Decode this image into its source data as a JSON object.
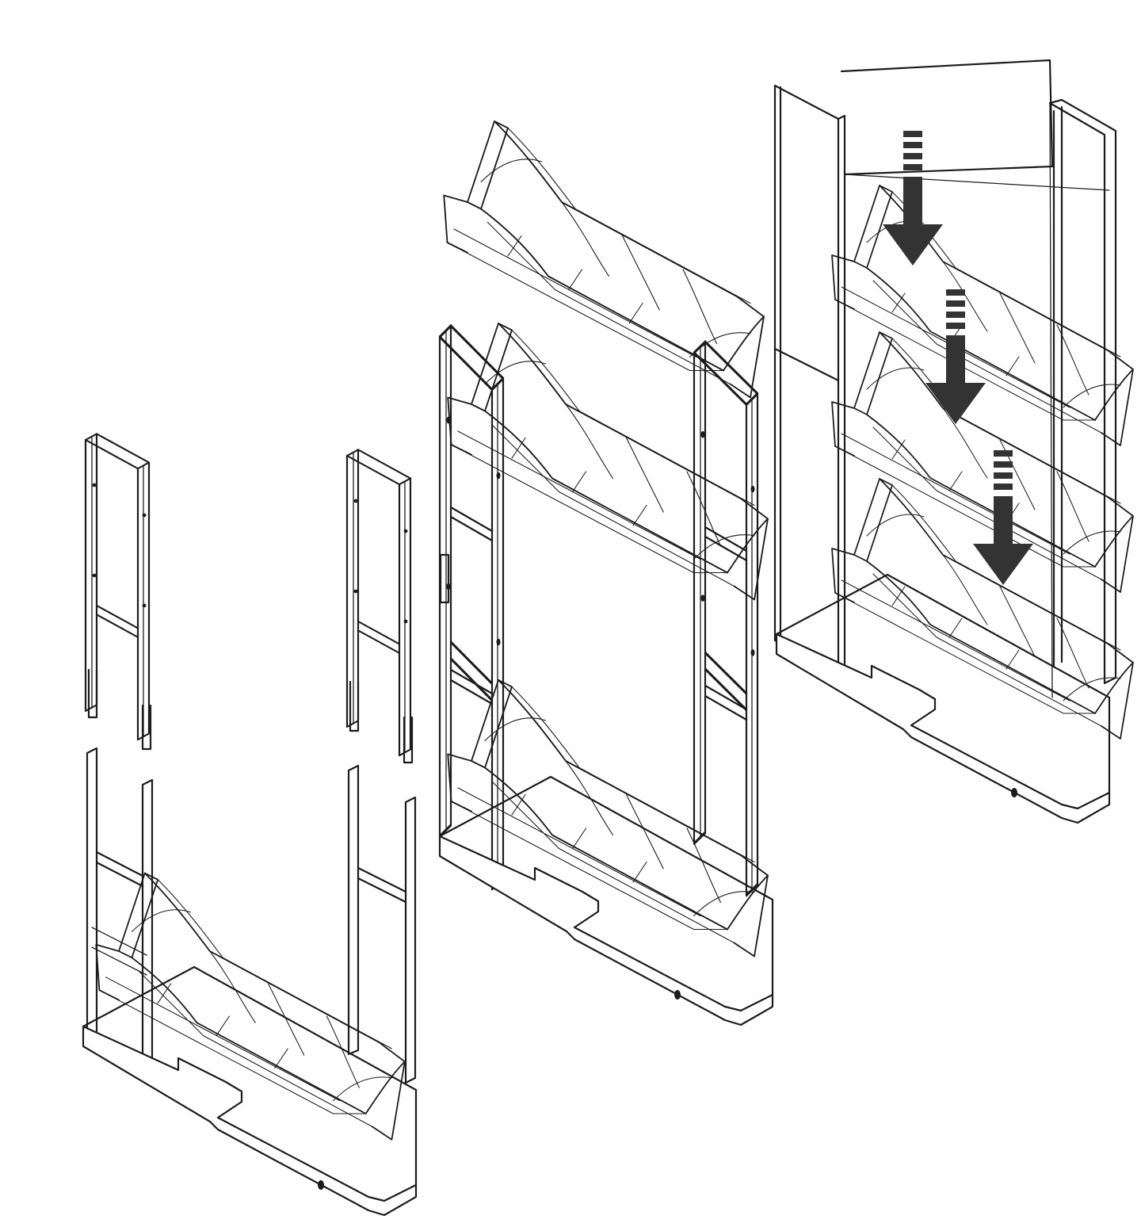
{
  "figure": {
    "description_text": "",
    "colors": {
      "ink": "#1c1c1c",
      "arrow": "#333333",
      "background": "#ffffff"
    },
    "stages": [
      {
        "name": "stage-1-frame-assembly"
      },
      {
        "name": "stage-2-shelf-installation"
      },
      {
        "name": "stage-3-panels-and-shelves-installed"
      }
    ],
    "icons": [
      "down-arrow-icon",
      "down-arrow-icon",
      "down-arrow-icon"
    ]
  }
}
